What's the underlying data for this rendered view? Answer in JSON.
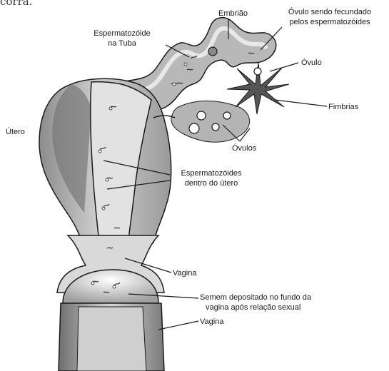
{
  "top_text": "corra.",
  "labels": {
    "embriao": "Embrião",
    "ovulo_fecundado_1": "Óvulo sendo fecundado",
    "ovulo_fecundado_2": "pelos espermatozóides",
    "esperm_tuba_1": "Espermatozóide",
    "esperm_tuba_2": "na Tuba",
    "ovulo": "Óvulo",
    "fimbrias": "Fimbrias",
    "utero": "Útero",
    "ovulos": "Óvulos",
    "esperm_utero_1": "Espermatozóides",
    "esperm_utero_2": "dentro do útero",
    "vagina_1": "Vagina",
    "semem_1": "Semem depositado no fundo da",
    "semem_2": "vagina após relação sexual",
    "vagina_2": "Vagina"
  },
  "colors": {
    "outline": "#1a1a1a",
    "tissue_light": "#c8c8c8",
    "tissue_mid": "#a8a8a8",
    "tissue_dark": "#8a8a8a",
    "lumen": "#e4e4e4",
    "ovary": "#b4b4b4"
  }
}
